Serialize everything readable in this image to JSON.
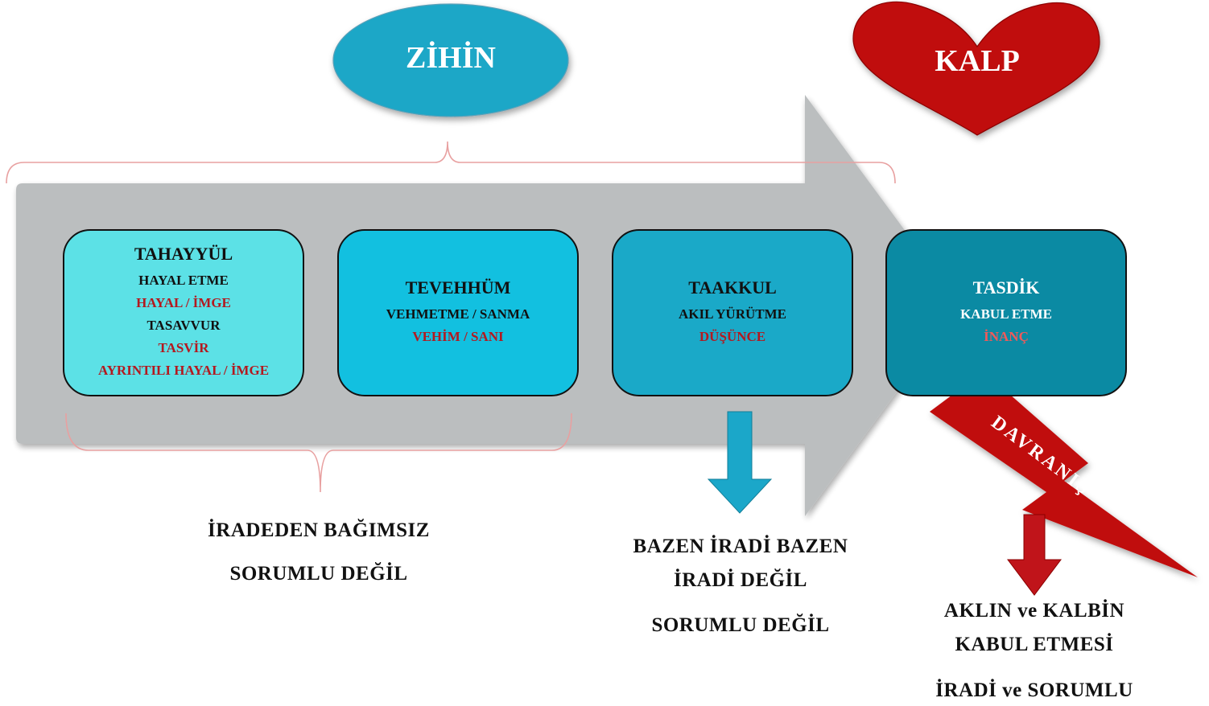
{
  "top": {
    "mind_label": "ZİHİN",
    "heart_label": "KALP"
  },
  "stages": [
    {
      "title": "TAHAYYÜL",
      "lines": [
        "HAYAL ETME",
        "HAYAL / İMGE",
        "TASAVVUR",
        "TASVİR",
        "AYRINTILI HAYAL / İMGE"
      ]
    },
    {
      "title": "TEVEHHÜM",
      "lines": [
        "VEHMETME / SANMA",
        "VEHİM / SANI"
      ]
    },
    {
      "title": "TAAKKUL",
      "lines": [
        "AKIL YÜRÜTME",
        "DÜŞÜNCE"
      ]
    },
    {
      "title": "TASDİK",
      "lines": [
        "KABUL ETME",
        "İNANÇ"
      ]
    }
  ],
  "behavior_label": "DAVRANIŞ",
  "captions": {
    "independent_line1": "İRADEDEN BAĞIMSIZ",
    "independent_line2": "SORUMLU DEĞİL",
    "sometimes_line1": "BAZEN İRADİ BAZEN",
    "sometimes_line2": "İRADİ DEĞİL",
    "sometimes_line3": "SORUMLU DEĞİL",
    "accept_line1": "AKLIN ve KALBİN",
    "accept_line2": "KABUL ETMESİ",
    "accept_line3": "İRADİ ve SORUMLU"
  },
  "colors": {
    "arrow_gray": "#b9bcbd",
    "mind_ellipse": "#1fa7c7",
    "heart_red": "#c00e0e",
    "box1": "#5ce1e6",
    "box2": "#12c0e0",
    "box3": "#1aa9c8",
    "box4": "#0b8aa3",
    "bracket_pink": "#e8a0a0",
    "text_red": "#b3191f",
    "down_arrow_blue": "#1ba7c9",
    "down_arrow_red": "#c0141a"
  }
}
